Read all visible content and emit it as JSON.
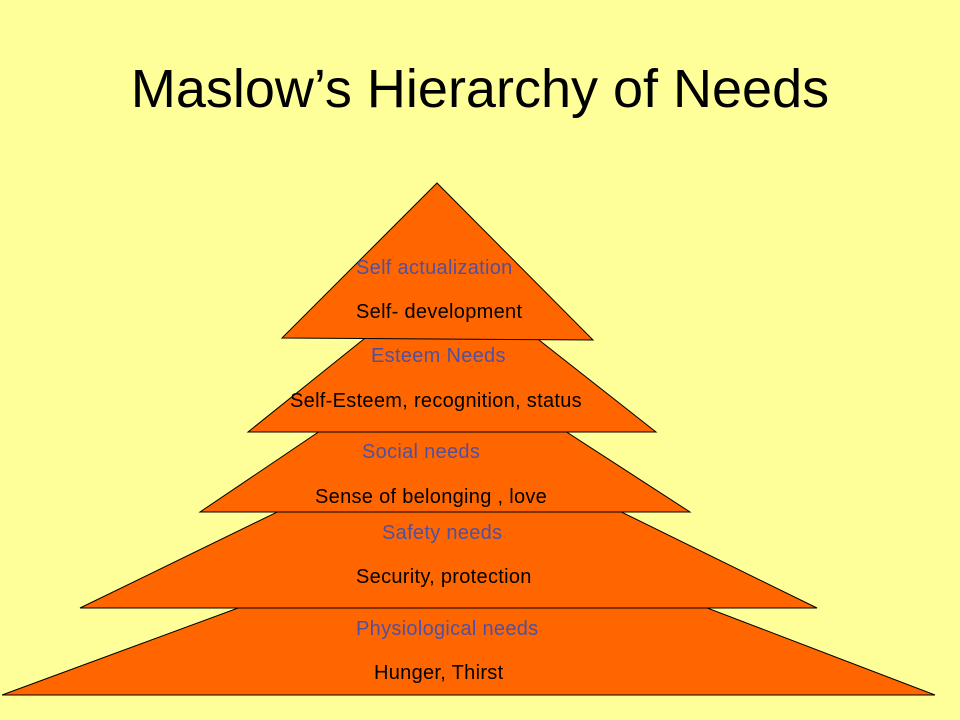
{
  "title": "Maslow’s Hierarchy of Needs",
  "colors": {
    "background": "#ffff99",
    "level_fill": "#ff6600",
    "outline": "#000000",
    "heading_text": "#5050a0",
    "body_text": "#000000"
  },
  "levels": [
    {
      "name": "Self actualization",
      "description": "Self- development"
    },
    {
      "name": "Esteem Needs",
      "description": "Self-Esteem, recognition, status"
    },
    {
      "name": "Social needs",
      "description": "Sense of belonging , love"
    },
    {
      "name": "Safety needs",
      "description": "Security, protection"
    },
    {
      "name": "Physiological needs",
      "description": "Hunger, Thirst"
    }
  ]
}
